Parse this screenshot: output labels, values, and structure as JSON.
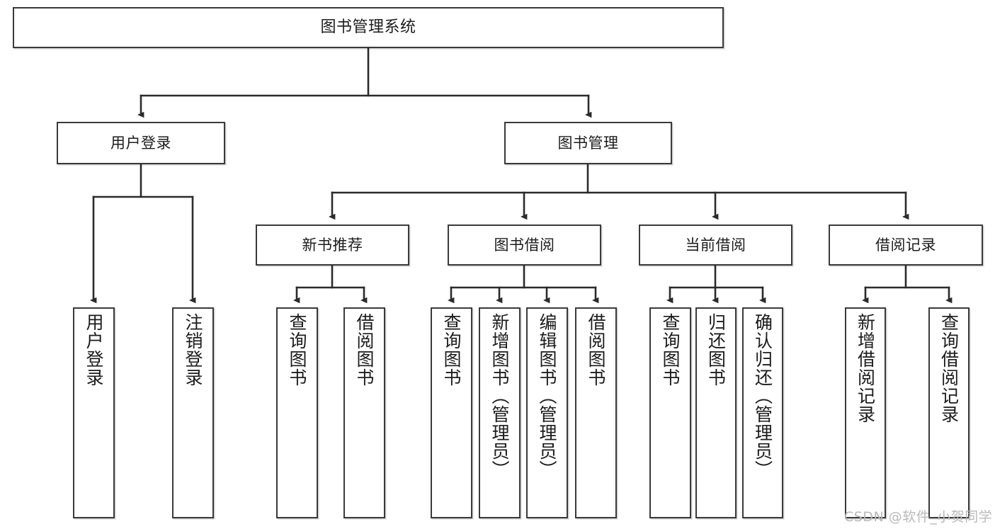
{
  "diagram": {
    "type": "tree-hierarchy-diagram",
    "title": "图书管理系统",
    "style": {
      "box_fill": "#ffffff",
      "box_border": "#3a3a3a",
      "edge_color": "#2b2b2b",
      "text_color": "#1c1c1c",
      "background": "#ffffff",
      "watermark_color": "#b9b9b9"
    },
    "nodes": {
      "root": {
        "label": "图书管理系统"
      },
      "level2": [
        {
          "id": "user-login",
          "label": "用户登录"
        },
        {
          "id": "book-manage",
          "label": "图书管理"
        }
      ],
      "level3": [
        {
          "id": "new-book-rec",
          "label": "新书推荐"
        },
        {
          "id": "book-borrow",
          "label": "图书借阅"
        },
        {
          "id": "current-borrow",
          "label": "当前借阅"
        },
        {
          "id": "borrow-record",
          "label": "借阅记录"
        }
      ],
      "leaves": {
        "user-login": [
          {
            "id": "leaf-user-login",
            "label": "用户登录"
          },
          {
            "id": "leaf-logout",
            "label": "注销登录"
          }
        ],
        "new-book-rec": [
          {
            "id": "leaf-query-book-1",
            "label": "查询图书"
          },
          {
            "id": "leaf-borrow-book-1",
            "label": "借阅图书"
          }
        ],
        "book-borrow": [
          {
            "id": "leaf-query-book-2",
            "label": "查询图书"
          },
          {
            "id": "leaf-add-book",
            "label": "新增图书（管理员）"
          },
          {
            "id": "leaf-edit-book",
            "label": "编辑图书（管理员）"
          },
          {
            "id": "leaf-borrow-book-2",
            "label": "借阅图书"
          }
        ],
        "current-borrow": [
          {
            "id": "leaf-query-book-3",
            "label": "查询图书"
          },
          {
            "id": "leaf-return-book",
            "label": "归还图书"
          },
          {
            "id": "leaf-confirm-return",
            "label": "确认归还（管理员）"
          }
        ],
        "borrow-record": [
          {
            "id": "leaf-add-record",
            "label": "新增借阅记录"
          },
          {
            "id": "leaf-query-record",
            "label": "查询借阅记录"
          }
        ]
      }
    },
    "watermark": "CSDN @软件_小贺同学"
  }
}
